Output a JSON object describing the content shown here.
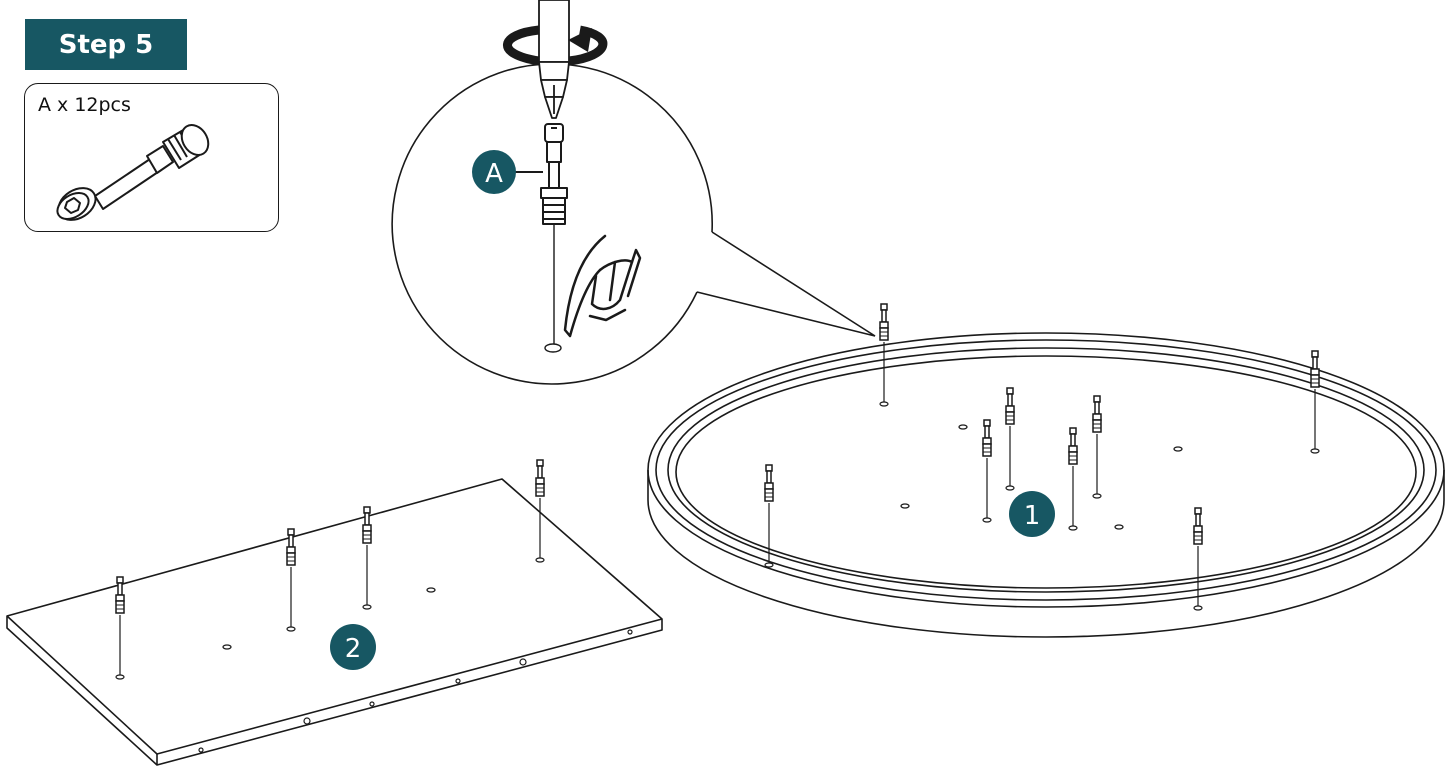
{
  "step": {
    "label": "Step 5"
  },
  "parts": {
    "label": "A x 12pcs",
    "part_id": "A",
    "quantity": 12,
    "unit": "pcs",
    "icon": "cam-bolt-icon"
  },
  "callouts": {
    "part_label": "A",
    "panel_1": "1",
    "panel_2": "2"
  },
  "colors": {
    "accent": "#175763",
    "line": "#1a1a1a",
    "background": "#ffffff"
  },
  "icons": [
    "screwdriver-bit-icon",
    "rotate-arrow-icon",
    "cam-bolt-icon",
    "finger-press-hand-icon",
    "hole-icon"
  ]
}
